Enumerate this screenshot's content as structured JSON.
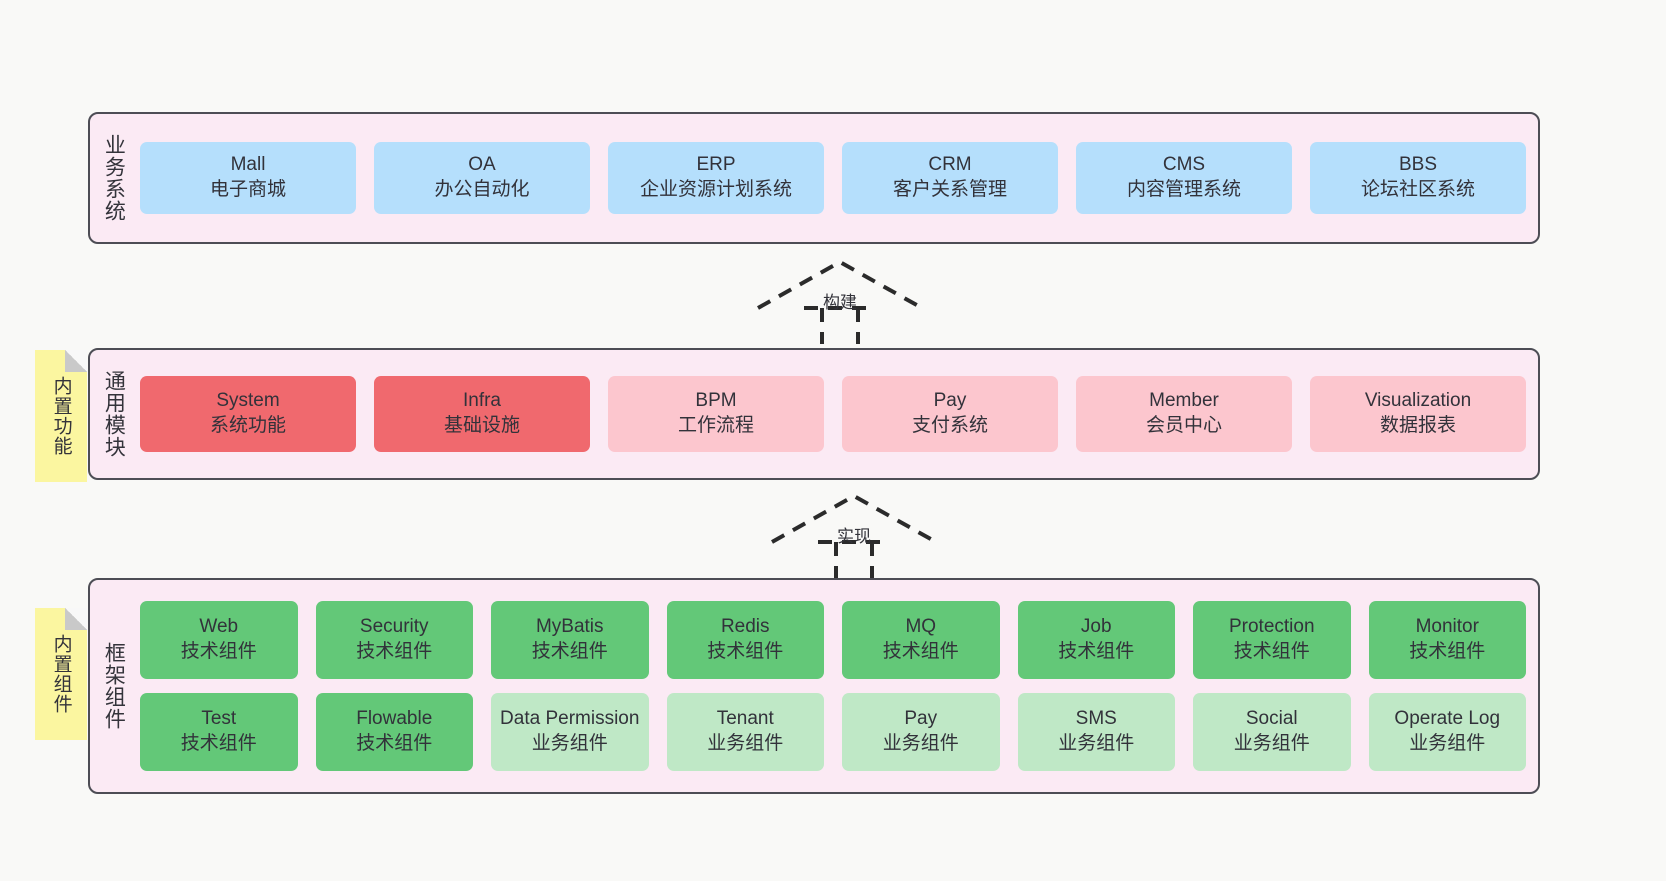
{
  "diagram": {
    "background_color": "#f9f9f7",
    "panel_fill": "#fbeaf4",
    "panel_border": "#4d4d55"
  },
  "layers": [
    {
      "id": "business",
      "title": "业务系统",
      "box_color": "#b5dffc",
      "rows": [
        [
          {
            "name": "Mall",
            "desc": "电子商城",
            "color": "#b5dffc"
          },
          {
            "name": "OA",
            "desc": "办公自动化",
            "color": "#b5dffc"
          },
          {
            "name": "ERP",
            "desc": "企业资源计划系统",
            "color": "#b5dffc"
          },
          {
            "name": "CRM",
            "desc": "客户关系管理",
            "color": "#b5dffc"
          },
          {
            "name": "CMS",
            "desc": "内容管理系统",
            "color": "#b5dffc"
          },
          {
            "name": "BBS",
            "desc": "论坛社区系统",
            "color": "#b5dffc"
          }
        ]
      ]
    },
    {
      "id": "common",
      "title": "通用模块",
      "note": "内置功能",
      "rows": [
        [
          {
            "name": "System",
            "desc": "系统功能",
            "color": "#f0696e",
            "cls": "c-red"
          },
          {
            "name": "Infra",
            "desc": "基础设施",
            "color": "#f0696e",
            "cls": "c-red"
          },
          {
            "name": "BPM",
            "desc": "工作流程",
            "color": "#fcc6ce",
            "cls": "c-pink"
          },
          {
            "name": "Pay",
            "desc": "支付系统",
            "color": "#fcc6ce",
            "cls": "c-pink"
          },
          {
            "name": "Member",
            "desc": "会员中心",
            "color": "#fcc6ce",
            "cls": "c-pink"
          },
          {
            "name": "Visualization",
            "desc": "数据报表",
            "color": "#fcc6ce",
            "cls": "c-pink"
          }
        ]
      ]
    },
    {
      "id": "framework",
      "title": "框架组件",
      "note": "内置组件",
      "rows": [
        [
          {
            "name": "Web",
            "desc": "技术组件",
            "color": "#63c878",
            "cls": "c-green"
          },
          {
            "name": "Security",
            "desc": "技术组件",
            "color": "#63c878",
            "cls": "c-green"
          },
          {
            "name": "MyBatis",
            "desc": "技术组件",
            "color": "#63c878",
            "cls": "c-green"
          },
          {
            "name": "Redis",
            "desc": "技术组件",
            "color": "#63c878",
            "cls": "c-green"
          },
          {
            "name": "MQ",
            "desc": "技术组件",
            "color": "#63c878",
            "cls": "c-green"
          },
          {
            "name": "Job",
            "desc": "技术组件",
            "color": "#63c878",
            "cls": "c-green"
          },
          {
            "name": "Protection",
            "desc": "技术组件",
            "color": "#63c878",
            "cls": "c-green"
          },
          {
            "name": "Monitor",
            "desc": "技术组件",
            "color": "#63c878",
            "cls": "c-green"
          }
        ],
        [
          {
            "name": "Test",
            "desc": "技术组件",
            "color": "#63c878",
            "cls": "c-green"
          },
          {
            "name": "Flowable",
            "desc": "技术组件",
            "color": "#63c878",
            "cls": "c-green"
          },
          {
            "name": "Data Permission",
            "desc": "业务组件",
            "color": "#bfe8c6",
            "cls": "c-lgreen"
          },
          {
            "name": "Tenant",
            "desc": "业务组件",
            "color": "#bfe8c6",
            "cls": "c-lgreen"
          },
          {
            "name": "Pay",
            "desc": "业务组件",
            "color": "#bfe8c6",
            "cls": "c-lgreen"
          },
          {
            "name": "SMS",
            "desc": "业务组件",
            "color": "#bfe8c6",
            "cls": "c-lgreen"
          },
          {
            "name": "Social",
            "desc": "业务组件",
            "color": "#bfe8c6",
            "cls": "c-lgreen"
          },
          {
            "name": "Operate Log",
            "desc": "业务组件",
            "color": "#bfe8c6",
            "cls": "c-lgreen"
          }
        ]
      ]
    }
  ],
  "connectors": [
    {
      "id": "build",
      "label": "构建",
      "style": "dashed-hollow-arrow-up",
      "from": "通用模块",
      "to": "业务系统"
    },
    {
      "id": "impl",
      "label": "实现",
      "style": "dashed-hollow-arrow-up",
      "from": "框架组件",
      "to": "通用模块"
    }
  ],
  "notes": [
    {
      "id": "functions",
      "label": "内置功能",
      "color": "#fbf6a0"
    },
    {
      "id": "components",
      "label": "内置组件",
      "color": "#fbf6a0"
    }
  ]
}
